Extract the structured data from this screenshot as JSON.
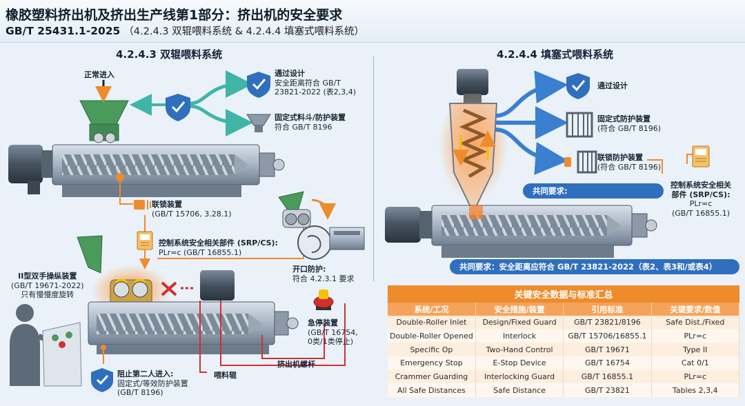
{
  "header": {
    "title": "橡胶塑料挤出机及挤出生产线第1部分：挤出机的安全要求",
    "standard": "GB/T 25431.1-2025",
    "subtitle": "（4.2.4.3 双辊喂料系统 & 4.2.4.4 填塞式喂料系统）"
  },
  "left": {
    "title": "4.2.4.3 双辊喂料系统",
    "normal_entry": "正常进入",
    "design": {
      "title": "通过设计",
      "line1": "安全距离符合 GB/T",
      "line2": "23821-2022 (表2,3,4)"
    },
    "fixed_guard": {
      "title": "固定式料斗/防护装置",
      "line1": "符合 GB/T 8196"
    },
    "interlock": {
      "title": "联锁装置",
      "line1": "(GB/T 15706, 3.28.1)"
    },
    "srpcs": {
      "title": "控制系统安全相关部件 (SRP/CS):",
      "line1": "PLr=c (GB/T 16855.1)"
    },
    "opening": {
      "title": "开口防护:",
      "line1": "符合 4.2.3.1 要求"
    },
    "two_hand": {
      "title": "II型双手操纵装置",
      "line1": "(GB/T 19671-2022)",
      "line2": "只有慢慢度旋转"
    },
    "estop": {
      "title": "急停装置",
      "line1": "(GB/T 16754,",
      "line2": "0类/1类停止)"
    },
    "screw": "挤出机螺杆",
    "roller": "喂料辊",
    "block": {
      "title": "阻止第二人进入:",
      "line1": "固定式/等效防护装置",
      "line2": "(GB/T 8196)"
    }
  },
  "right": {
    "title": "4.2.4.4 填塞式喂料系统",
    "design": "通过设计",
    "fixed": {
      "title": "固定式防护装置",
      "line1": "(符合 GB/T 8196)"
    },
    "interlock": {
      "title": "联锁防护装置",
      "line1": "(符合 GB/T 8196)"
    },
    "common_label": "共同要求:",
    "srpcs": {
      "title": "控制系统安全相关",
      "line1": "部件 (SRP/CS):",
      "line2": "PLr=c",
      "line3": "(GB/T 16855.1)"
    },
    "common_req": "共同要求：安全距离应符合 GB/T 23821-2022（表2、表3和/或表4）"
  },
  "table": {
    "title": "关键安全数据与标准汇总",
    "headers": [
      "系统/工况",
      "安全措施/装置",
      "引用标准",
      "关键要求/数值"
    ],
    "rows": [
      [
        "Double-Roller Inlet",
        "Design/Fixed Guard",
        "GB/T 23821/8196",
        "Safe Dist./Fixed"
      ],
      [
        "Double-Roller Opened",
        "Interlock",
        "GB/T 15706/16855.1",
        "PLr=c"
      ],
      [
        "Specific Op",
        "Two-Hand Control",
        "GB/T 19671",
        "Type II"
      ],
      [
        "Emergency Stop",
        "E-Stop Device",
        "GB/T 16754",
        "Cat 0/1"
      ],
      [
        "Crammer Guarding",
        "Interlocking Guard",
        "GB/T 16855.1",
        "PLr=c"
      ],
      [
        "All Safe Distances",
        "Safe Distance",
        "GB/T 23821",
        "Tables 2,3,4"
      ]
    ]
  },
  "colors": {
    "accent_blue": "#2f6fbd",
    "orange": "#ee8b2c",
    "teal": "#3fb5a8",
    "green": "#4a9a5c",
    "red": "#d32f2f"
  },
  "icons": [
    "shield-check-icon",
    "hopper-icon",
    "cage-guard-icon",
    "interlock-switch-icon",
    "control-module-icon",
    "emergency-stop-icon",
    "operator-icon",
    "control-panel-icon"
  ]
}
